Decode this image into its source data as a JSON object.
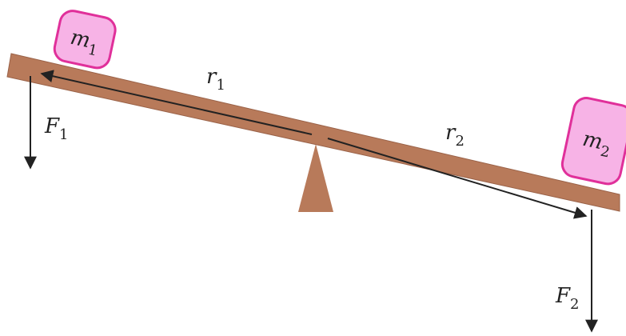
{
  "colors": {
    "beam": "#b87a5a",
    "beam_stroke": "#8a5a40",
    "fulcrum": "#b87a5a",
    "mass_fill": "#f7b3e6",
    "mass_stroke": "#e0309a",
    "arrow": "#222222",
    "background": "#ffffff"
  },
  "labels": {
    "r1": {
      "main": "r",
      "sub": "1"
    },
    "r2": {
      "main": "r",
      "sub": "2"
    },
    "m1": {
      "main": "m",
      "sub": "1"
    },
    "m2": {
      "main": "m",
      "sub": "2"
    },
    "F1": {
      "main": "F",
      "sub": "1"
    },
    "F2": {
      "main": "F",
      "sub": "2"
    }
  }
}
